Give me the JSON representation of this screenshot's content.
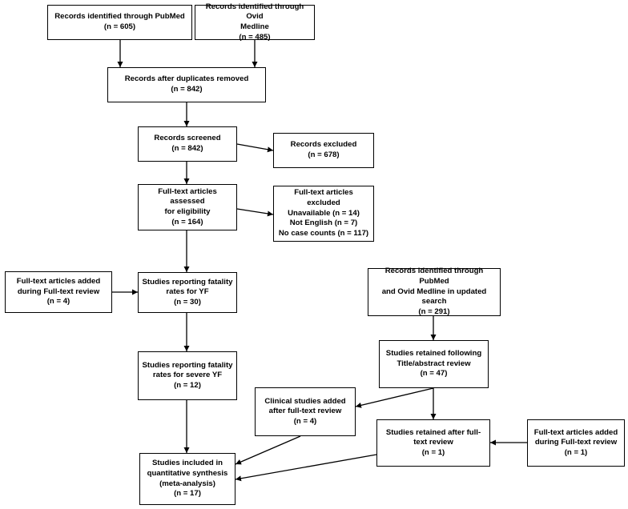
{
  "boxes": {
    "pubmed": [
      "Records identified through PubMed",
      "(n = 605)"
    ],
    "ovid": [
      "Records identified through Ovid",
      "Medline",
      "(n = 485)"
    ],
    "dedup": [
      "Records after duplicates removed",
      "(n = 842)"
    ],
    "screened": [
      "Records screened",
      "(n = 842)"
    ],
    "excluded": [
      "Records excluded",
      "(n = 678)"
    ],
    "fulltext_assessed": [
      "Full-text articles assessed",
      "for eligibility",
      "(n = 164)"
    ],
    "fulltext_excluded": [
      "Full-text articles excluded",
      "Unavailable (n = 14)",
      "Not English (n = 7)",
      "No case counts (n = 117)"
    ],
    "added_during_review": [
      "Full-text articles added",
      "during Full-text review",
      "(n = 4)"
    ],
    "fatality_yf": [
      "Studies reporting fatality",
      "rates for YF",
      "(n = 30)"
    ],
    "updated_search": [
      "Records identified through PubMed",
      "and Ovid Medline in updated search",
      "(n = 291)"
    ],
    "retained_title": [
      "Studies retained following",
      "Title/abstract review",
      "(n = 47)"
    ],
    "severe_yf": [
      "Studies reporting fatality",
      "rates for severe YF",
      "(n = 12)"
    ],
    "clinical_added": [
      "Clinical studies added",
      "after full-text review",
      "(n = 4)"
    ],
    "retained_fulltext": [
      "Studies retained after full-",
      "text review",
      "(n = 1)"
    ],
    "added_during_review_2": [
      "Full-text articles added",
      "during Full-text review",
      "(n = 1)"
    ],
    "included": [
      "Studies included in",
      "quantitative synthesis",
      "(meta-analysis)",
      "(n = 17)"
    ]
  }
}
